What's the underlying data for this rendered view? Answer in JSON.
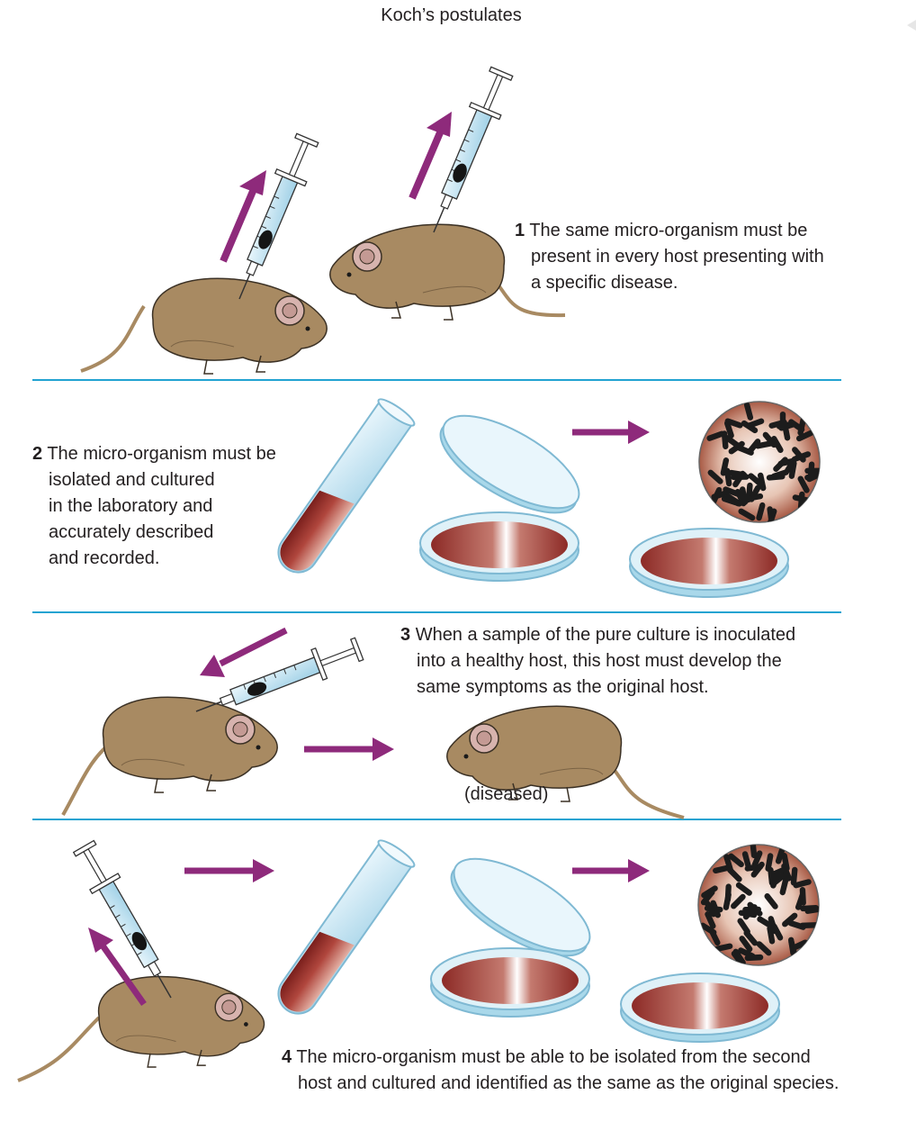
{
  "title": "Koch’s postulates",
  "postulates": [
    {
      "number": "1",
      "lines": [
        "The same micro-organism must be",
        "present in every host presenting with",
        "a specific disease."
      ]
    },
    {
      "number": "2",
      "lines": [
        "The micro-organism must be",
        "isolated and cultured",
        "in the laboratory and",
        "accurately described",
        "and recorded."
      ]
    },
    {
      "number": "3",
      "lines": [
        "When a sample of the pure culture is inoculated",
        "into a healthy host, this host must develop the",
        "same symptoms as the original host."
      ]
    },
    {
      "number": "4",
      "lines": [
        "The micro-organism must be able to be isolated from the second",
        "host and cultured and identified as the same as the original species."
      ]
    }
  ],
  "label_diseased": "(diseased)",
  "colors": {
    "divider": "#22a3d1",
    "arrow": "#8e2a7b",
    "mouse_body": "#a88a62",
    "mouse_outline": "#3b3125",
    "culture": "#9b2f2a",
    "dish_rim": "#a9d8ea",
    "bacteria": "#1c1c1c"
  }
}
